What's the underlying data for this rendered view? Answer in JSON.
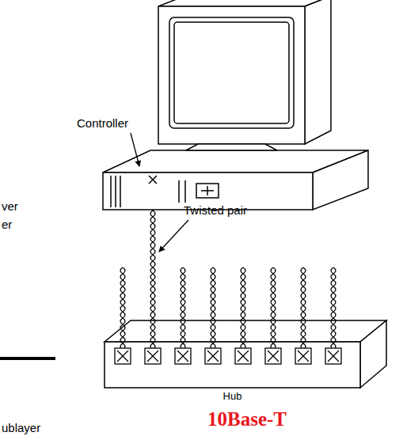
{
  "diagram": {
    "title": "10Base-T",
    "nodes": [
      {
        "text": [
          "Hub"
        ]
      }
    ],
    "labels": [
      "Controller",
      "Twisted pair",
      "ver",
      "er",
      "ublayer"
    ]
  }
}
